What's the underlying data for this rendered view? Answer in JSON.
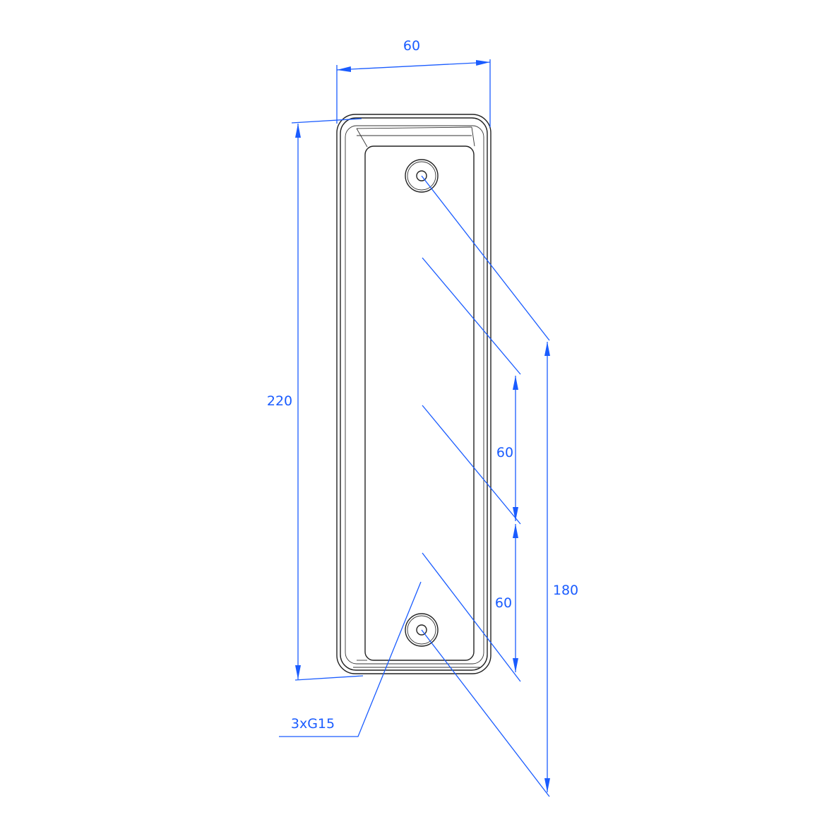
{
  "dimensions": {
    "width": "60",
    "height": "220",
    "spacing_upper": "60",
    "spacing_lower": "60",
    "mount_holes": "180",
    "thread": "3xG15"
  },
  "colors": {
    "dimension": "#1a5cff",
    "part": "#222222"
  }
}
